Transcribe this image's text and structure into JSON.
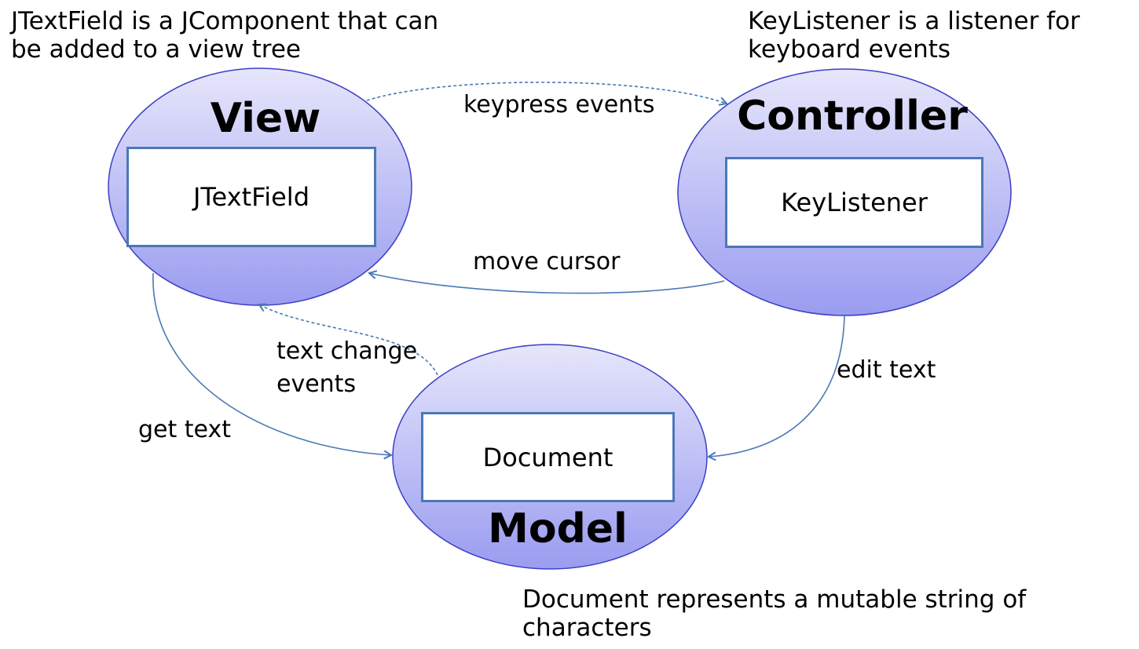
{
  "notes": {
    "view": "JTextField is a JComponent that can\nbe added to a view tree",
    "controller": "KeyListener is a listener for\nkeyboard events",
    "model": "Document represents a mutable string of\ncharacters"
  },
  "nodes": {
    "view": {
      "title": "View",
      "box": "JTextField"
    },
    "controller": {
      "title": "Controller",
      "box": "KeyListener"
    },
    "model": {
      "title": "Model",
      "box": "Document"
    }
  },
  "edges": {
    "keypress": "keypress events",
    "move_cursor": "move cursor",
    "text_change": "text change\nevents",
    "get_text": "get text",
    "edit_text": "edit text"
  },
  "colors": {
    "ellipse_top": "#e6e6fb",
    "ellipse_bottom": "#9a9cf0",
    "ellipse_stroke": "#3d3fc4",
    "arrow": "#4a78b6"
  }
}
